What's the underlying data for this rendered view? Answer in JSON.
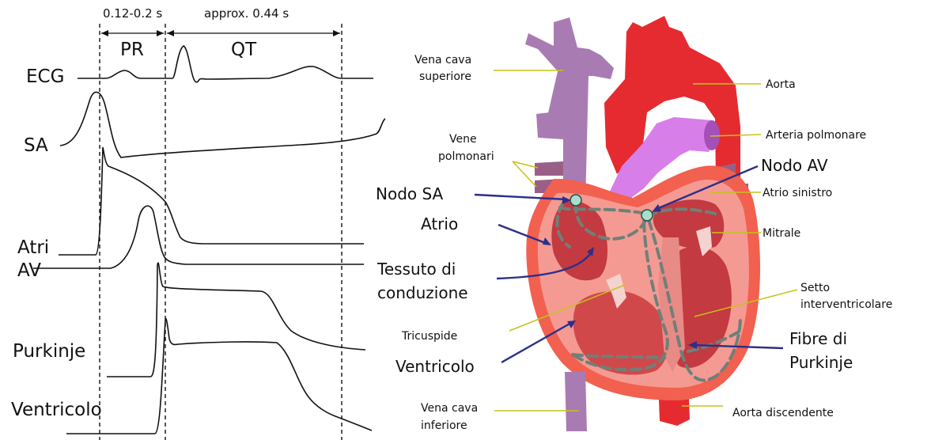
{
  "timing": {
    "pr_interval": "0.12-0.2 s",
    "qt_interval": "approx. 0.44 s",
    "pr_label": "PR",
    "qt_label": "QT"
  },
  "traces": {
    "ecg": "ECG",
    "sa": "SA",
    "atri": "Atri",
    "av": "AV",
    "purkinje": "Purkinje",
    "ventricolo": "Ventricolo"
  },
  "heart_labels": {
    "vena_cava_superiore": [
      "Vena cava",
      "superiore"
    ],
    "aorta": "Aorta",
    "arteria_polmonare": "Arteria polmonare",
    "vene_polmonari": [
      "Vene",
      "polmonari"
    ],
    "nodo_av": "Nodo AV",
    "nodo_sa": "Nodo SA",
    "atrio_sinistro": "Atrio sinistro",
    "atrio": "Atrio",
    "mitrale": "Mitrale",
    "tessuto_di_conduzione": [
      "Tessuto di",
      "conduzione"
    ],
    "setto_interventricolare": [
      "Setto",
      "interventricolare"
    ],
    "tricuspide": "Tricuspide",
    "fibre_di_purkinje": [
      "Fibre di",
      "Purkinje"
    ],
    "ventricolo": "Ventricolo",
    "vena_cava_inferiore": [
      "Vena cava",
      "inferiore"
    ],
    "aorta_discendente": "Aorta discendente"
  },
  "colors": {
    "vena_cava": "#a97bb3",
    "aorta": "#e52b30",
    "arteria_polmonare": "#d77ee9",
    "heart_outer": "#f2604f",
    "heart_inner": "#f49a92",
    "chamber": "#c33a40",
    "conduction_path": "#6f8078",
    "node": "#a6e0cc",
    "pointer_blue": "#2b2f8a",
    "pointer_yellow": "#c8c21a"
  }
}
